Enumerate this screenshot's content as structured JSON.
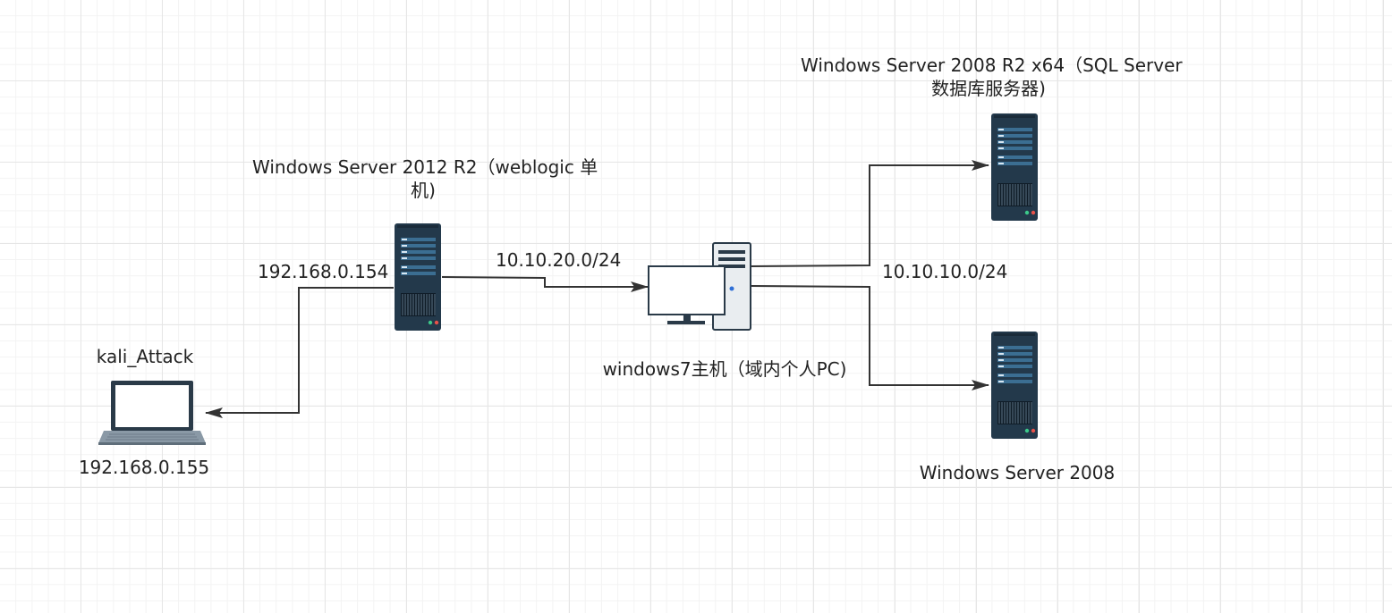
{
  "diagram": {
    "colors": {
      "background": "#ffffff",
      "edge": "#333333",
      "server_body": "#23394b",
      "server_bar": "#3b6e92",
      "pc_case": "#e9edf0",
      "pc_outline": "#2a3a48",
      "laptop_frame": "#2a3a48",
      "laptop_base": "#8a99a6"
    },
    "nodes": {
      "kali": {
        "icon": "laptop-icon",
        "name": "kali_Attack",
        "ip": "192.168.0.155"
      },
      "weblogic": {
        "icon": "server-icon",
        "title_line1": "Windows Server 2012 R2（weblogic 单",
        "title_line2": "机)",
        "ip": "192.168.0.154"
      },
      "win7": {
        "icon": "desktop-pc-icon",
        "title": "windows7主机（域内个人PC)",
        "subnet_left": "10.10.20.0/24",
        "subnet_right": "10.10.10.0/24"
      },
      "sqlserver": {
        "icon": "server-icon",
        "title_line1": "Windows Server 2008 R2 x64（SQL Server",
        "title_line2": "数据库服务器)"
      },
      "ws2008": {
        "icon": "server-icon",
        "title": "Windows Server 2008"
      }
    },
    "edges": [
      {
        "id": "weblogic-to-kali",
        "from": "weblogic",
        "to": "kali"
      },
      {
        "id": "weblogic-to-win7",
        "from": "weblogic",
        "to": "win7"
      },
      {
        "id": "win7-to-sqlserver",
        "from": "win7",
        "to": "sqlserver"
      },
      {
        "id": "win7-to-ws2008",
        "from": "win7",
        "to": "ws2008"
      }
    ]
  }
}
